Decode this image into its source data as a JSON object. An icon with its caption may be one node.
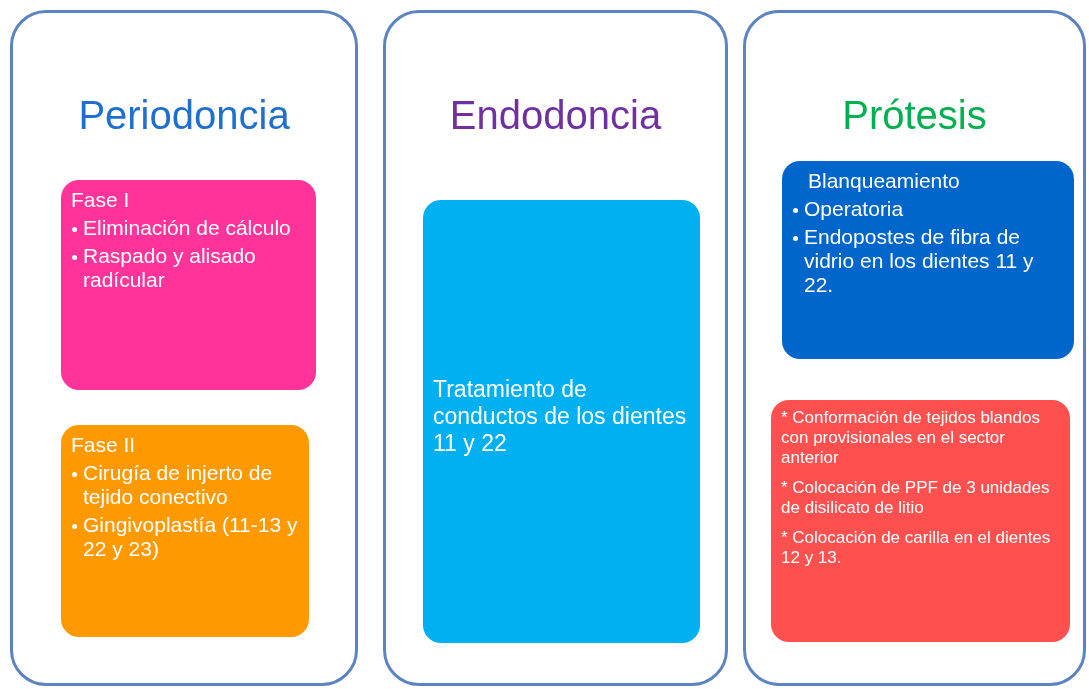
{
  "diagram": {
    "nodes": [
      {
        "text": [
          "Periodoncia"
        ]
      },
      {
        "text": [
          "Fase I",
          "Eliminación de cálculo",
          "Raspado y alisado radícular"
        ],
        "in": 0
      },
      {
        "text": [
          "Fase II",
          "Cirugía de injerto de tejido conectivo",
          "Gingivoplastía (11-13 y 22 y 23)"
        ],
        "in": 0
      },
      {
        "text": [
          "Endodoncia"
        ]
      },
      {
        "text": [
          "Tratamiento de conductos de los dientes 11 y 22"
        ],
        "in": 3
      },
      {
        "text": [
          "Prótesis"
        ]
      },
      {
        "text": [
          "Blanqueamiento",
          "Operatoria",
          "Endopostes de fibra de vidrio en los dientes 11 y 22."
        ],
        "in": 5
      },
      {
        "text": [
          "* Conformación de tejidos blandos con provisionales en el sector anterior",
          "* Colocación de PPF de 3 unidades de disilicato de litio",
          "* Colocación de carilla en el dientes 12 y 13."
        ],
        "in": 5
      }
    ]
  }
}
